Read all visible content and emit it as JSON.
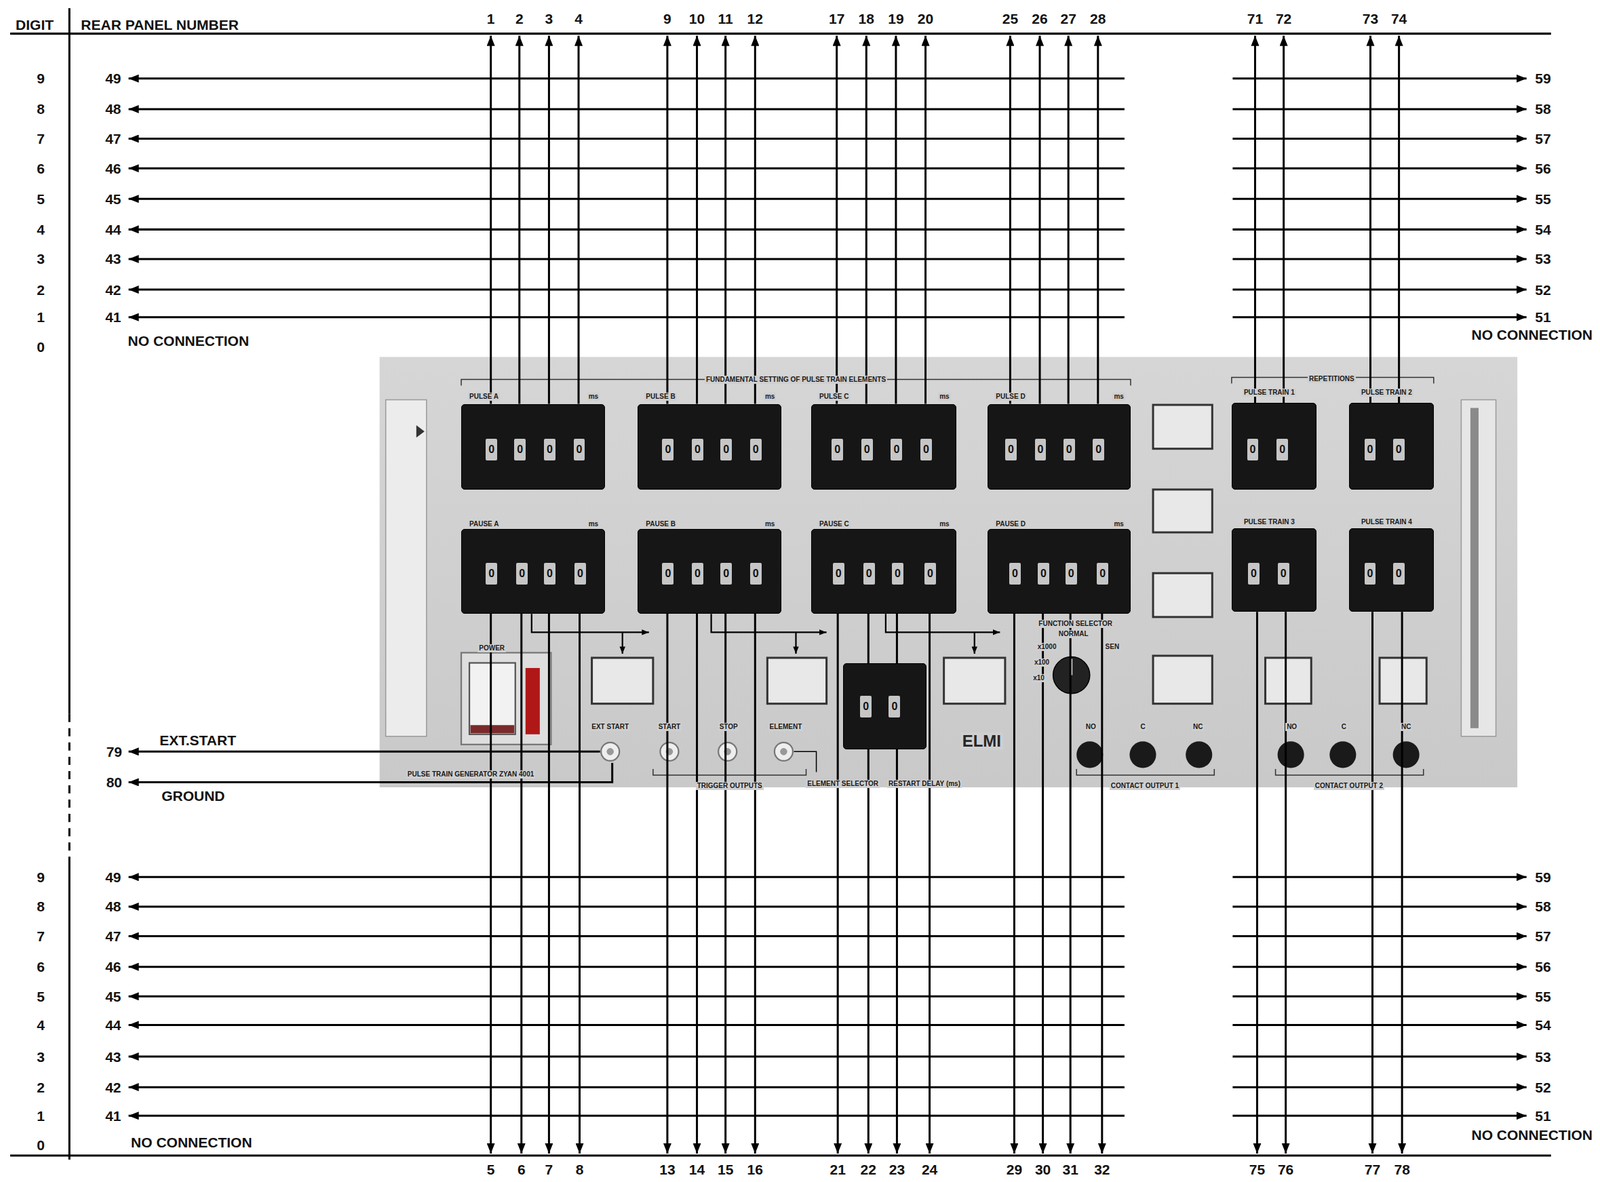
{
  "diagram": {
    "nodes": [
      {
        "text": [
          "FUNDAMENTAL SETTING OF PULSE TRAIN ELEMENTS",
          "REPETITIONS",
          "ELMI",
          "PULSE TRAIN GENERATOR ZYAN 4001"
        ]
      },
      {
        "text": [
          "PULSE A",
          "ms",
          "0",
          "0",
          "0",
          "0"
        ],
        "in": 0
      },
      {
        "text": [
          "PULSE B",
          "ms",
          "0",
          "0",
          "0",
          "0"
        ],
        "in": 0
      },
      {
        "text": [
          "PULSE C",
          "ms",
          "0",
          "0",
          "0",
          "0"
        ],
        "in": 0
      },
      {
        "text": [
          "PULSE D",
          "ms",
          "0",
          "0",
          "0",
          "0"
        ],
        "in": 0
      },
      {
        "text": [
          "PULSE TRAIN 1",
          "0",
          "0"
        ],
        "in": 0
      },
      {
        "text": [
          "PULSE TRAIN 2",
          "0",
          "0"
        ],
        "in": 0
      },
      {
        "text": [
          "PAUSE A",
          "ms",
          "0",
          "0",
          "0",
          "0"
        ],
        "in": 0
      },
      {
        "text": [
          "PAUSE B",
          "ms",
          "0",
          "0",
          "0",
          "0"
        ],
        "in": 0
      },
      {
        "text": [
          "PAUSE C",
          "ms",
          "0",
          "0",
          "0",
          "0"
        ],
        "in": 0
      },
      {
        "text": [
          "PAUSE D",
          "ms",
          "0",
          "0",
          "0",
          "0"
        ],
        "in": 0
      },
      {
        "text": [
          "PULSE TRAIN 3",
          "0",
          "0"
        ],
        "in": 0
      },
      {
        "text": [
          "PULSE TRAIN 4",
          "0",
          "0"
        ],
        "in": 0
      },
      {
        "text": [
          "0",
          "0"
        ],
        "in": 0
      }
    ],
    "labels": [
      "DIGIT",
      "REAR PANEL NUMBER",
      "1",
      "2",
      "3",
      "4",
      "9",
      "10",
      "11",
      "12",
      "17",
      "18",
      "19",
      "20",
      "25",
      "26",
      "27",
      "28",
      "71",
      "72",
      "73",
      "74",
      "9",
      "49",
      "59",
      "8",
      "48",
      "58",
      "7",
      "47",
      "57",
      "6",
      "46",
      "56",
      "5",
      "45",
      "55",
      "4",
      "44",
      "54",
      "3",
      "43",
      "53",
      "2",
      "42",
      "52",
      "1",
      "41",
      "51",
      "0",
      "NO CONNECTION",
      "NO CONNECTION",
      "EXT.START",
      "79",
      "80",
      "GROUND",
      "9",
      "49",
      "59",
      "8",
      "48",
      "58",
      "7",
      "47",
      "57",
      "6",
      "46",
      "56",
      "5",
      "45",
      "55",
      "4",
      "44",
      "54",
      "3",
      "43",
      "53",
      "2",
      "42",
      "52",
      "1",
      "41",
      "51",
      "0",
      "NO CONNECTION",
      "NO CONNECTION",
      "5",
      "6",
      "7",
      "8",
      "13",
      "14",
      "15",
      "16",
      "21",
      "22",
      "23",
      "24",
      "29",
      "30",
      "31",
      "32",
      "75",
      "76",
      "77",
      "78",
      "POWER",
      "EXT START",
      "START",
      "STOP",
      "ELEMENT",
      "TRIGGER OUTPUTS",
      "ELEMENT SELECTOR",
      "RESTART DELAY (ms)",
      "FUNCTION SELECTOR",
      "NORMAL",
      "x1000",
      "x100",
      "x10",
      "SEN",
      "NO",
      "C",
      "NC",
      "CONTACT OUTPUT 1",
      "NO",
      "C",
      "NC",
      "CONTACT OUTPUT 2"
    ]
  }
}
